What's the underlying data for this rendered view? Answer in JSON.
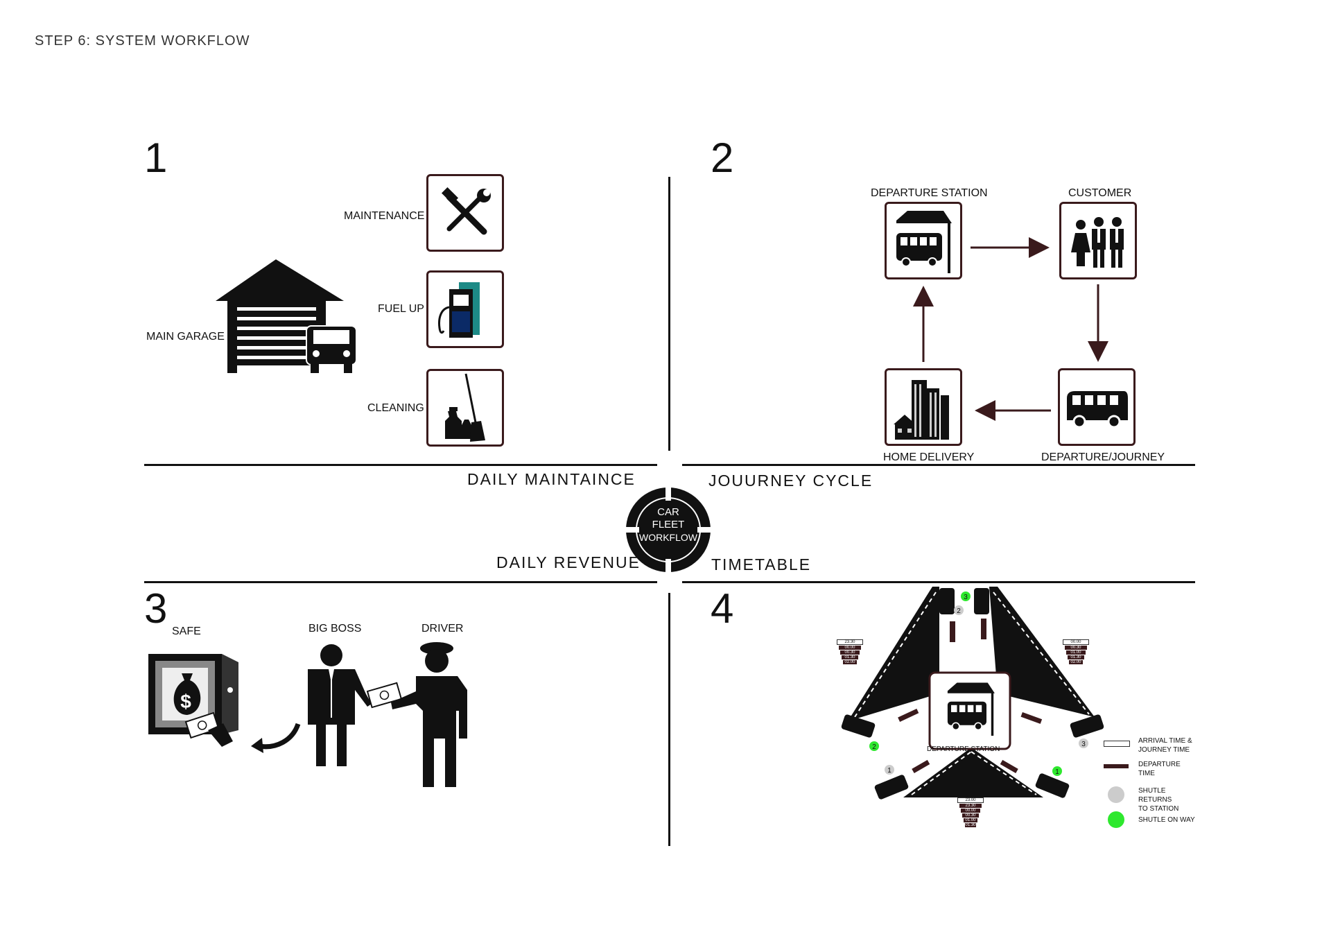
{
  "page": {
    "title": "STEP 6: SYSTEM WORKFLOW"
  },
  "center": {
    "line1": "CAR",
    "line2": "FLEET",
    "line3": "WORKFLOW"
  },
  "q1": {
    "number": "1",
    "section": "DAILY MAINTAINCE",
    "garage_label": "MAIN GARAGE",
    "items": [
      {
        "label": "MAINTENANCE",
        "icon": "tools-icon"
      },
      {
        "label": "FUEL UP",
        "icon": "fuel-pump-icon"
      },
      {
        "label": "CLEANING",
        "icon": "cleaning-icon"
      }
    ]
  },
  "q2": {
    "number": "2",
    "section": "JOUURNEY CYCLE",
    "nodes": {
      "departure_station": "DEPARTURE STATION",
      "customer": "CUSTOMER",
      "departure_journey": "DEPARTURE/JOURNEY",
      "home_delivery": "HOME DELIVERY"
    }
  },
  "q3": {
    "number": "3",
    "section": "DAILY REVENUE",
    "labels": {
      "safe": "SAFE",
      "boss": "BIG BOSS",
      "driver": "DRIVER"
    }
  },
  "q4": {
    "number": "4",
    "section": "TIMETABLE",
    "station_label": "DEPARTURE STATION",
    "times": {
      "left": [
        "23.30",
        "00.00",
        "00.30",
        "01.30",
        "02.00"
      ],
      "right": [
        "00.00",
        "00.30",
        "01.00",
        "01.30",
        "02.00"
      ],
      "bottom": [
        "23.00",
        "23.30",
        "00.00",
        "00.30",
        "01.00",
        "01.30"
      ]
    },
    "legend": [
      {
        "line1": "ARRIVAL TIME &",
        "line2": "JOURNEY TIME"
      },
      {
        "line1": "DEPARTURE",
        "line2": "TIME"
      },
      {
        "line1": "SHUTLE RETURNS",
        "line2": "TO STATION"
      },
      {
        "line1": "SHUTLE ON WAY",
        "line2": ""
      }
    ],
    "colors": {
      "on_way": "#2ee82e",
      "returns": "#cccccc",
      "departure": "#3a1a1c"
    }
  }
}
